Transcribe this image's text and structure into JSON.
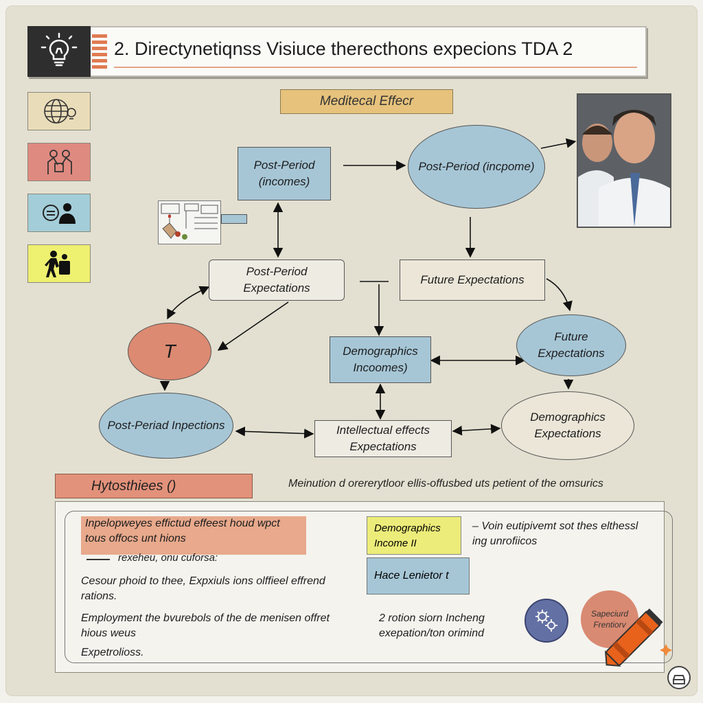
{
  "header": {
    "title": "2. Directynetiqnss Visiuce therecthons expecions TDA 2"
  },
  "diagram": {
    "top_label": "Meditecal Effecr",
    "nodes": {
      "post_period_incomes": "Post-Period (incomes)",
      "post_period_income_oval": "Post-Period (incpome)",
      "post_period_expectations": "Post-Period Expectations",
      "future_expectations_rect": "Future Expectations",
      "t_oval": "T",
      "demographics_incomes": "Demographics Incoomes)",
      "future_expectations_oval": "Future Expectations",
      "post_period_inpections": "Post-Periad Inpections",
      "intellectual_effects": "Intellectual effects Expectations",
      "demographics_expectations": "Demographics Expectations"
    }
  },
  "hypotheses": {
    "label": "Hytosthiees ()",
    "caption": "Meinution d orererytloor ellis-offusbed uts petient of the omsurics",
    "highlight_text": "Inpelopweyes effictud effeest houd wpct tous offocs unt hions",
    "sub_text": "rexeheu, onu cuforsa:",
    "para1": "Cesour phoid to thee, Expxiuls ions olffieel effrend rations.",
    "para2": "Employment the bvurebols of the de menisen offret hious weus",
    "para3": "Expetrolioss.",
    "pill_demographics": "Demographics Income II",
    "pill_hace": "Hace Lenietor t",
    "right_note": "– Voin eutipivemt sot thes elthessl ing unrofiicos",
    "bottom_note": "2 rotion siorn Incheng exepation/ton orimind",
    "special_circle": "Sapeciurd Frentiorv"
  },
  "colors": {
    "board": "#e3e0d1",
    "node_blue": "#a6c6d6",
    "node_salmon": "#dc8a72",
    "label_gold": "#e6c27c",
    "crayon": "#e8621c"
  },
  "icons": [
    "lightbulb-icon",
    "globe-bulb-icon",
    "people-icon",
    "person-speech-icon",
    "worker-icon",
    "gears-icon",
    "crayon-icon",
    "badge-icon"
  ]
}
